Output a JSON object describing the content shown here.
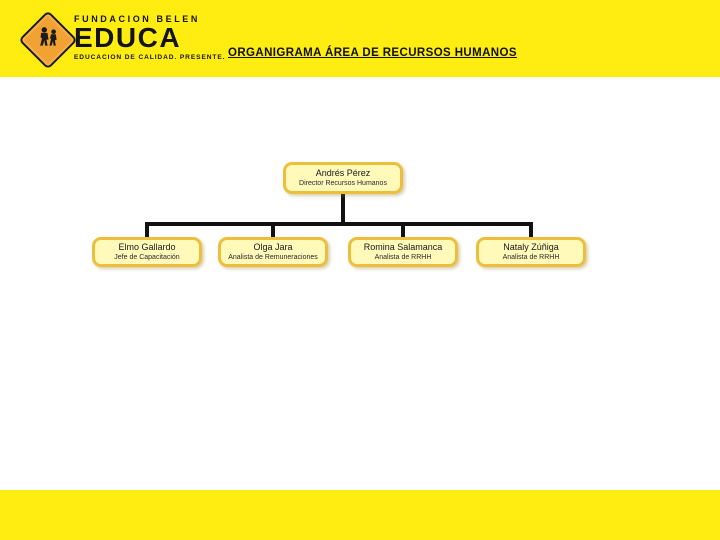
{
  "page": {
    "background_color": "#FFED12",
    "panel_color": "#FFFFFF",
    "connector_color": "#111111"
  },
  "header": {
    "logo": {
      "sign_icon": "children-crossing-sign",
      "sign_color": "#F2A233",
      "org_name": "FUNDACION BELEN",
      "brand": "EDUCA",
      "tagline": "EDUCACION DE CALIDAD. PRESENTE."
    },
    "title": "ORGANIGRAMA ÁREA DE RECURSOS HUMANOS"
  },
  "org_chart": {
    "node_fill": "#FFF9BA",
    "node_border": "#EDBE3C",
    "root": {
      "name": "Andrés Pérez",
      "title": "Director Recursos Humanos"
    },
    "children": [
      {
        "name": "Elmo Gallardo",
        "title": "Jefe de Capacitación"
      },
      {
        "name": "Olga Jara",
        "title": "Analista de Remuneraciones"
      },
      {
        "name": "Romina Salamanca",
        "title": "Analista de RRHH"
      },
      {
        "name": "Nataly Zúñiga",
        "title": "Analista de RRHH"
      }
    ]
  }
}
